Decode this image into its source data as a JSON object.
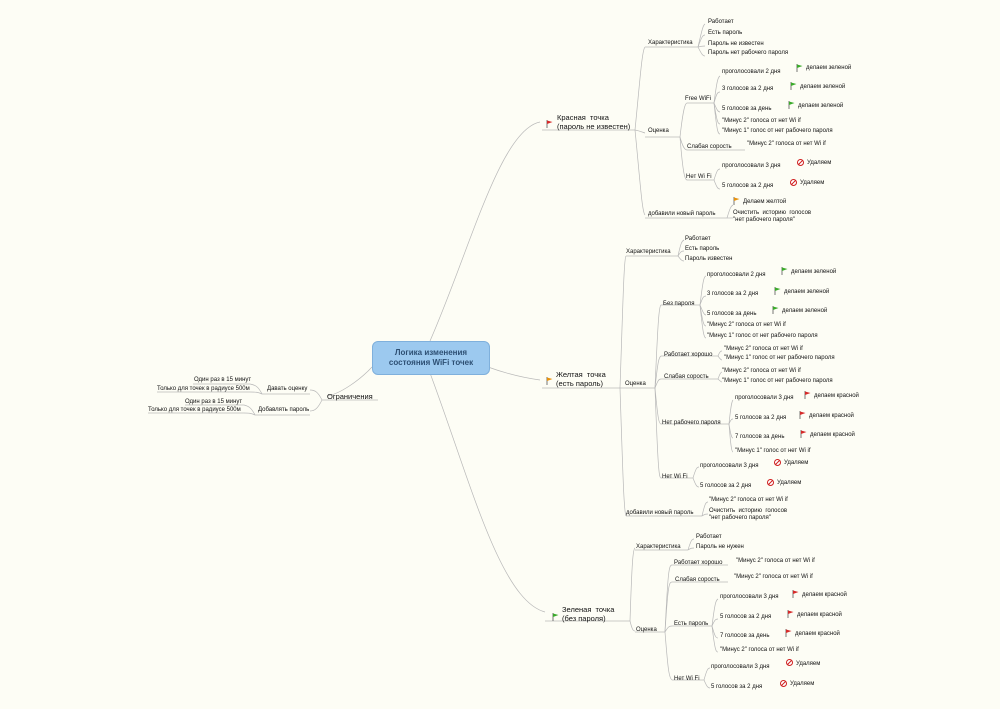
{
  "colors": {
    "background": "#fdfdf5",
    "root_fill": "#9cc9ef",
    "root_text": "#2d4f73",
    "line": "#b8b8b8",
    "flag_green": "#3aaa2a",
    "flag_red": "#d62a2a",
    "flag_orange": "#e8920c",
    "no_icon": "#d02020"
  },
  "root": "Логика изменения\nсостояния WiFi точек",
  "limits": {
    "title": "Ограничения",
    "rate": "Давать оценку",
    "add": "Добавлять пароль",
    "once15": "Один раз в 15 минут",
    "radius": "Только для точек в радиусе 500м"
  },
  "red": {
    "title": "Красная  точка\n(пароль не известен)",
    "char": "Характеристика",
    "c1": "Работает",
    "c2": "Есть пароль",
    "c3": "Пароль не известен",
    "c4": "Пароль нет рабочего пароля",
    "eval": "Оценка",
    "free": "Free WiFi",
    "f1": "проголосовали 2 дня",
    "f1r": "делаем зеленой",
    "f2": "3 голосов  за 2 дня",
    "f2r": "делаем зеленой",
    "f3": "5 голосов  за день",
    "f3r": "делаем зеленой",
    "f4": "\"Минус 2\" голоса от нет Wi if",
    "f5": "\"Минус 1\" голос от нет рабочего пароля",
    "weak": "Слабая сорость",
    "w1": "\"Минус 2\" голоса от нет Wi if",
    "nowifi": "Нет Wi Fi",
    "n1": "проголосовали 3 дня",
    "n1r": "Удаляем",
    "n2": "5 голосов  за 2 дня",
    "n2r": "Удаляем",
    "added": "добавили новый пароль",
    "a1": "Делаем желтой",
    "a2": "Очистить  историю  голосов\n\"нет рабочего пароля\""
  },
  "yellow": {
    "title": "Желтая  точка\n(есть пароль)",
    "char": "Характеристика",
    "c1": "Работает",
    "c2": "Есть пароль",
    "c3": "Пароль известен",
    "eval": "Оценка",
    "nopass": "Без пароля",
    "b1": "проголосовали 2 дня",
    "b1r": "делаем зеленой",
    "b2": "3 голосов  за 2 дня",
    "b2r": "делаем зеленой",
    "b3": "5 голосов  за день",
    "b3r": "делаем зеленой",
    "b4": "\"Минус 2\" голоса от нет Wi if",
    "b5": "\"Минус 1\" голос от нет рабочего пароля",
    "good": "Работает хорошо",
    "g1": "\"Минус 2\" голоса от нет Wi if",
    "g2": "\"Минус 1\" голос от нет рабочего пароля",
    "weak": "Слабая сорость",
    "w1": "\"Минус 2\" голоса от нет Wi if",
    "w2": "\"Минус 1\" голос от нет рабочего пароля",
    "nowork": "Нет рабочего пароля",
    "r1": "проголосовали 3 дня",
    "r1r": "делаем красной",
    "r2": "5 голосов  за 2 дня",
    "r2r": "делаем красной",
    "r3": "7 голосов  за день",
    "r3r": "делаем красной",
    "r4": "\"Минус 1\" голос от нет Wi if",
    "nowifi": "Нет Wi Fi",
    "n1": "проголосовали 3 дня",
    "n1r": "Удаляем",
    "n2": "5 голосов  за 2 дня",
    "n2r": "Удаляем",
    "added": "добавили новый пароль",
    "a1": "\"Минус 2\" голоса от нет Wi if",
    "a2": "Очистить  историю  голосов\n\"нет рабочего пароля\""
  },
  "green": {
    "title": "Зеленая  точка\n(без пароля)",
    "char": "Характеристика",
    "c1": "Работает",
    "c2": "Пароль не нужен",
    "eval": "Оценка",
    "good": "Работает хорошо",
    "g1": "\"Минус 2\" голоса от нет Wi if",
    "weak": "Слабая сорость",
    "w1": "\"Минус 2\" голоса от нет Wi if",
    "haspass": "Есть пароль",
    "p1": "проголосовали 3 дня",
    "p1r": "делаем красной",
    "p2": "5 голосов  за 2 дня",
    "p2r": "делаем красной",
    "p3": "7 голосов  за день",
    "p3r": "делаем красной",
    "p4": "\"Минус 2\" голоса от нет Wi if",
    "nowifi": "Нет Wi Fi",
    "n1": "проголосовали 3 дня",
    "n1r": "Удаляем",
    "n2": "5 голосов  за 2 дня",
    "n2r": "Удаляем"
  }
}
